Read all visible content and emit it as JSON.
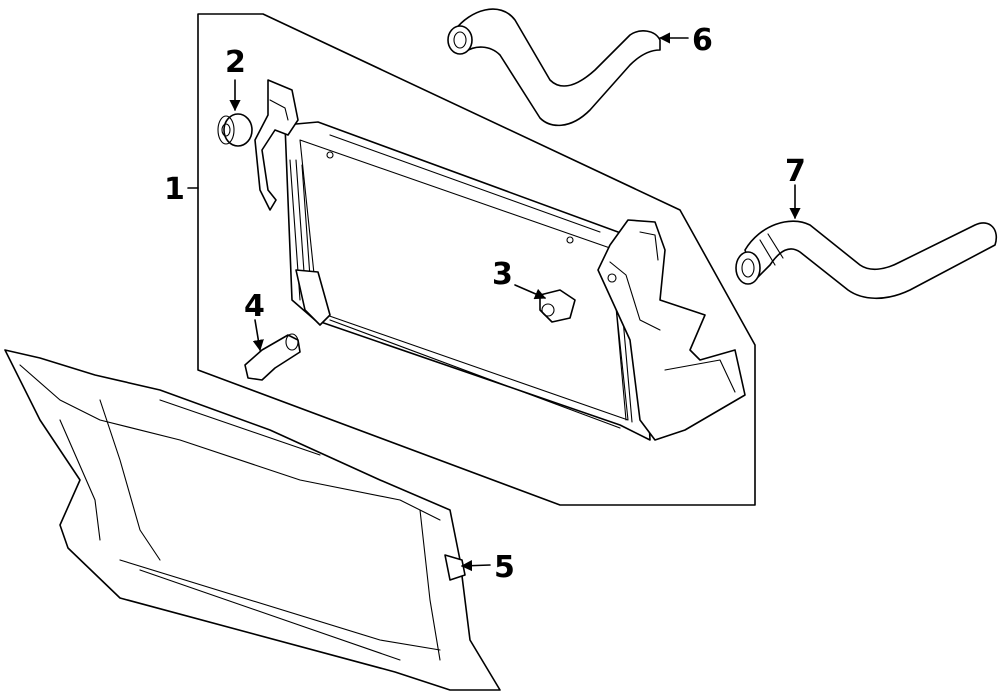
{
  "callouts": [
    {
      "id": "1",
      "text": "1"
    },
    {
      "id": "2",
      "text": "2"
    },
    {
      "id": "3",
      "text": "3"
    },
    {
      "id": "4",
      "text": "4"
    },
    {
      "id": "5",
      "text": "5"
    },
    {
      "id": "6",
      "text": "6"
    },
    {
      "id": "7",
      "text": "7"
    }
  ],
  "colors": {
    "ink": "#000000",
    "background": "#ffffff"
  }
}
